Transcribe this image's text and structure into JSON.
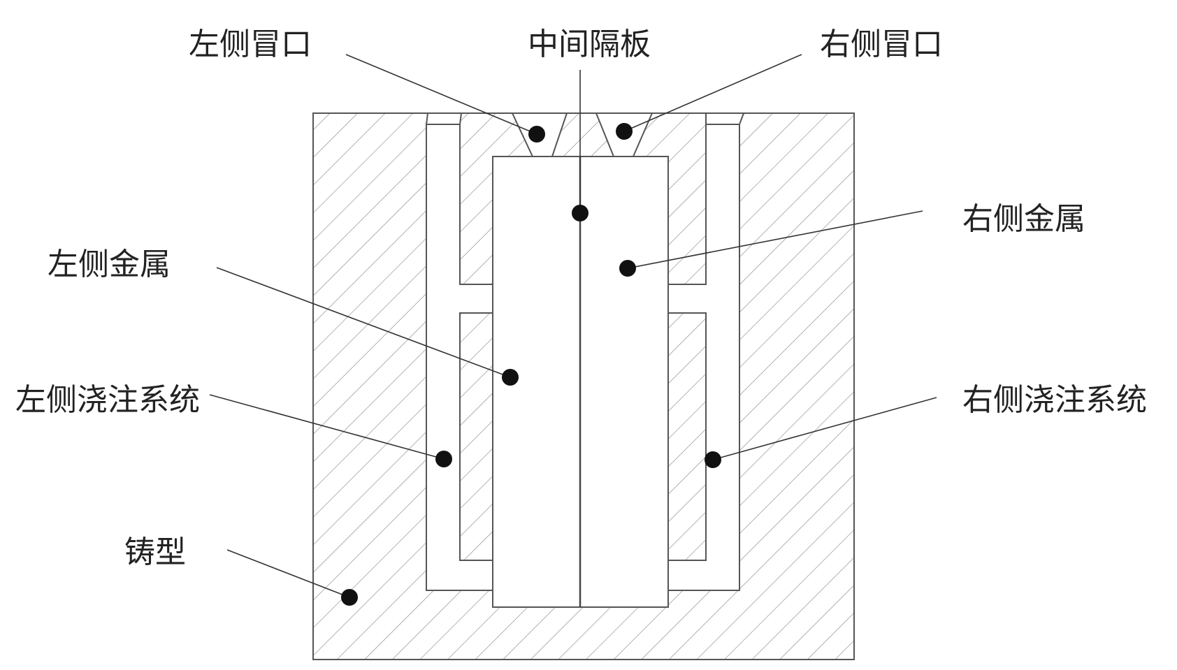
{
  "labels": {
    "left_riser": "左侧冒口",
    "middle_partition": "中间隔板",
    "right_riser": "右侧冒口",
    "right_metal": "右侧金属",
    "left_metal": "左侧金属",
    "left_gating": "左侧浇注系统",
    "right_gating": "右侧浇注系统",
    "mold": "铸型"
  }
}
